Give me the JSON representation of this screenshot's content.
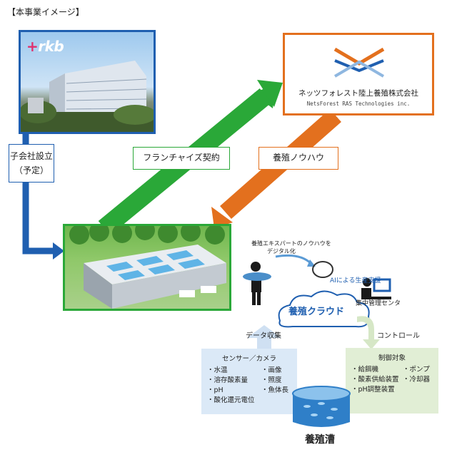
{
  "header": "【本事業イメージ】",
  "rkb": {
    "logo_plus": "+",
    "logo_text": "rkb"
  },
  "netsforest": {
    "name": "ネッツフォレスト陸上養殖株式会社",
    "sub": "NetsForest RAS Technologies inc."
  },
  "labels": {
    "subsidiary_line1": "子会社設立",
    "subsidiary_line2": "（予定）",
    "franchise": "フランチャイズ契約",
    "knowhow": "養殖ノウハウ"
  },
  "cloud": {
    "expert_note_line1": "養殖エキスパートのノウハウを",
    "expert_note_line2": "デジタル化",
    "ai_support": "AIによる生産支援",
    "control_center": "集中管理センタ",
    "cloud_label": "養殖クラウド",
    "data_collection": "データ収集",
    "control": "コントロール"
  },
  "sensor": {
    "title": "センサー／カメラ",
    "col1": [
      "・水温",
      "・溶存酸素量",
      "・pH",
      "・酸化還元電位"
    ],
    "col2": [
      "・画像",
      "・照度",
      "・魚体長"
    ]
  },
  "control_targets": {
    "title": "制御対象",
    "col1": [
      "・給餌機",
      "・酸素供給装置",
      "・pH調整装置"
    ],
    "col2": [
      "・ポンプ",
      "・冷却器"
    ]
  },
  "tank": {
    "label": "養殖漕"
  },
  "colors": {
    "blue": "#1f5fb0",
    "green": "#2aa838",
    "orange": "#e3701e"
  }
}
